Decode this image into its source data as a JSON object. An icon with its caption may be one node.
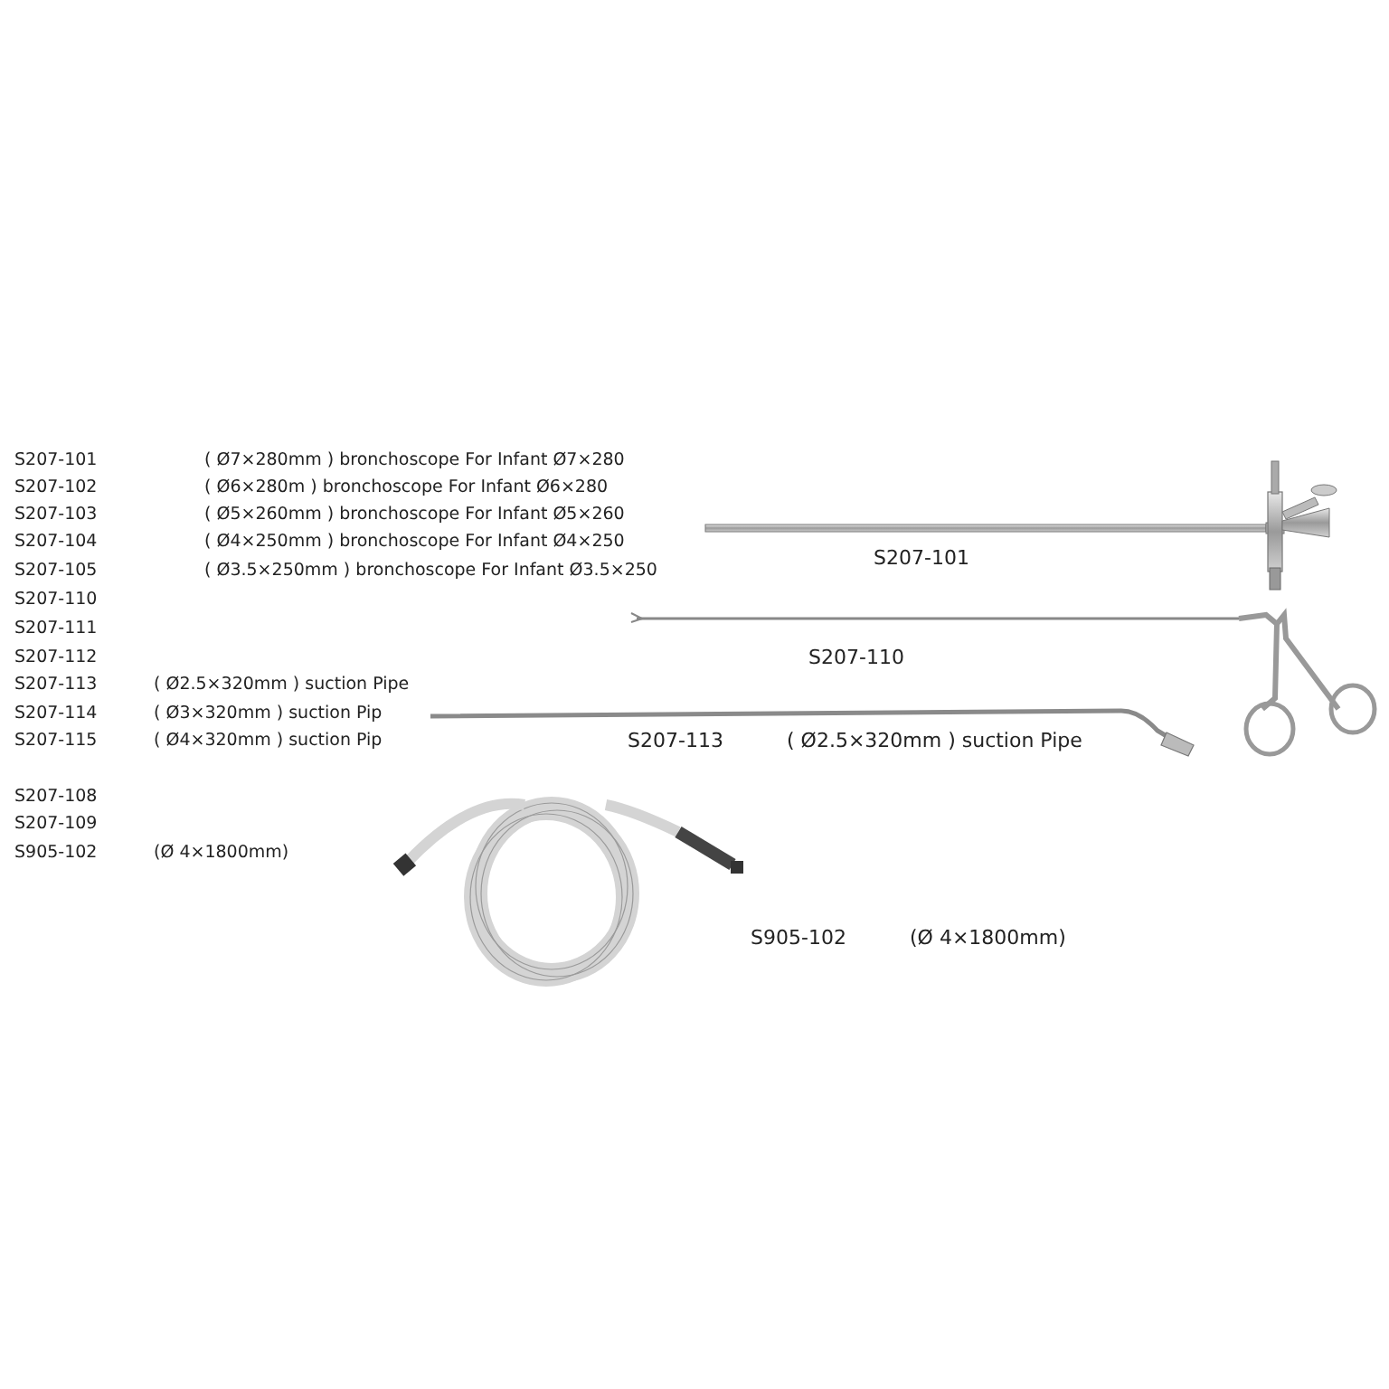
{
  "diagram": {
    "labels": [
      "S207-101",
      "( Ø7×280mm ) bronchoscope For Infant  Ø7×280",
      "S207-102",
      "( Ø6×280m ) bronchoscope For Infant  Ø6×280",
      "S207-103",
      "( Ø5×260mm ) bronchoscope For Infant  Ø5×260",
      "S207-104",
      "( Ø4×250mm ) bronchoscope For Infant  Ø4×250",
      "S207-105",
      "( Ø3.5×250mm ) bronchoscope For Infant  Ø3.5×250",
      "S207-110",
      "S207-111",
      "S207-112",
      "S207-113",
      "( Ø2.5×320mm ) suction Pipe",
      "S207-114",
      "( Ø3×320mm ) suction Pip",
      "S207-115",
      "( Ø4×320mm ) suction Pip",
      "S207-108",
      "S207-109",
      "S905-102",
      "(Ø 4×1800mm)",
      "S207-101",
      "S207-110",
      "S207-113",
      "( Ø2.5×320mm ) suction Pipe",
      "S905-102",
      "(Ø 4×1800mm)"
    ]
  }
}
